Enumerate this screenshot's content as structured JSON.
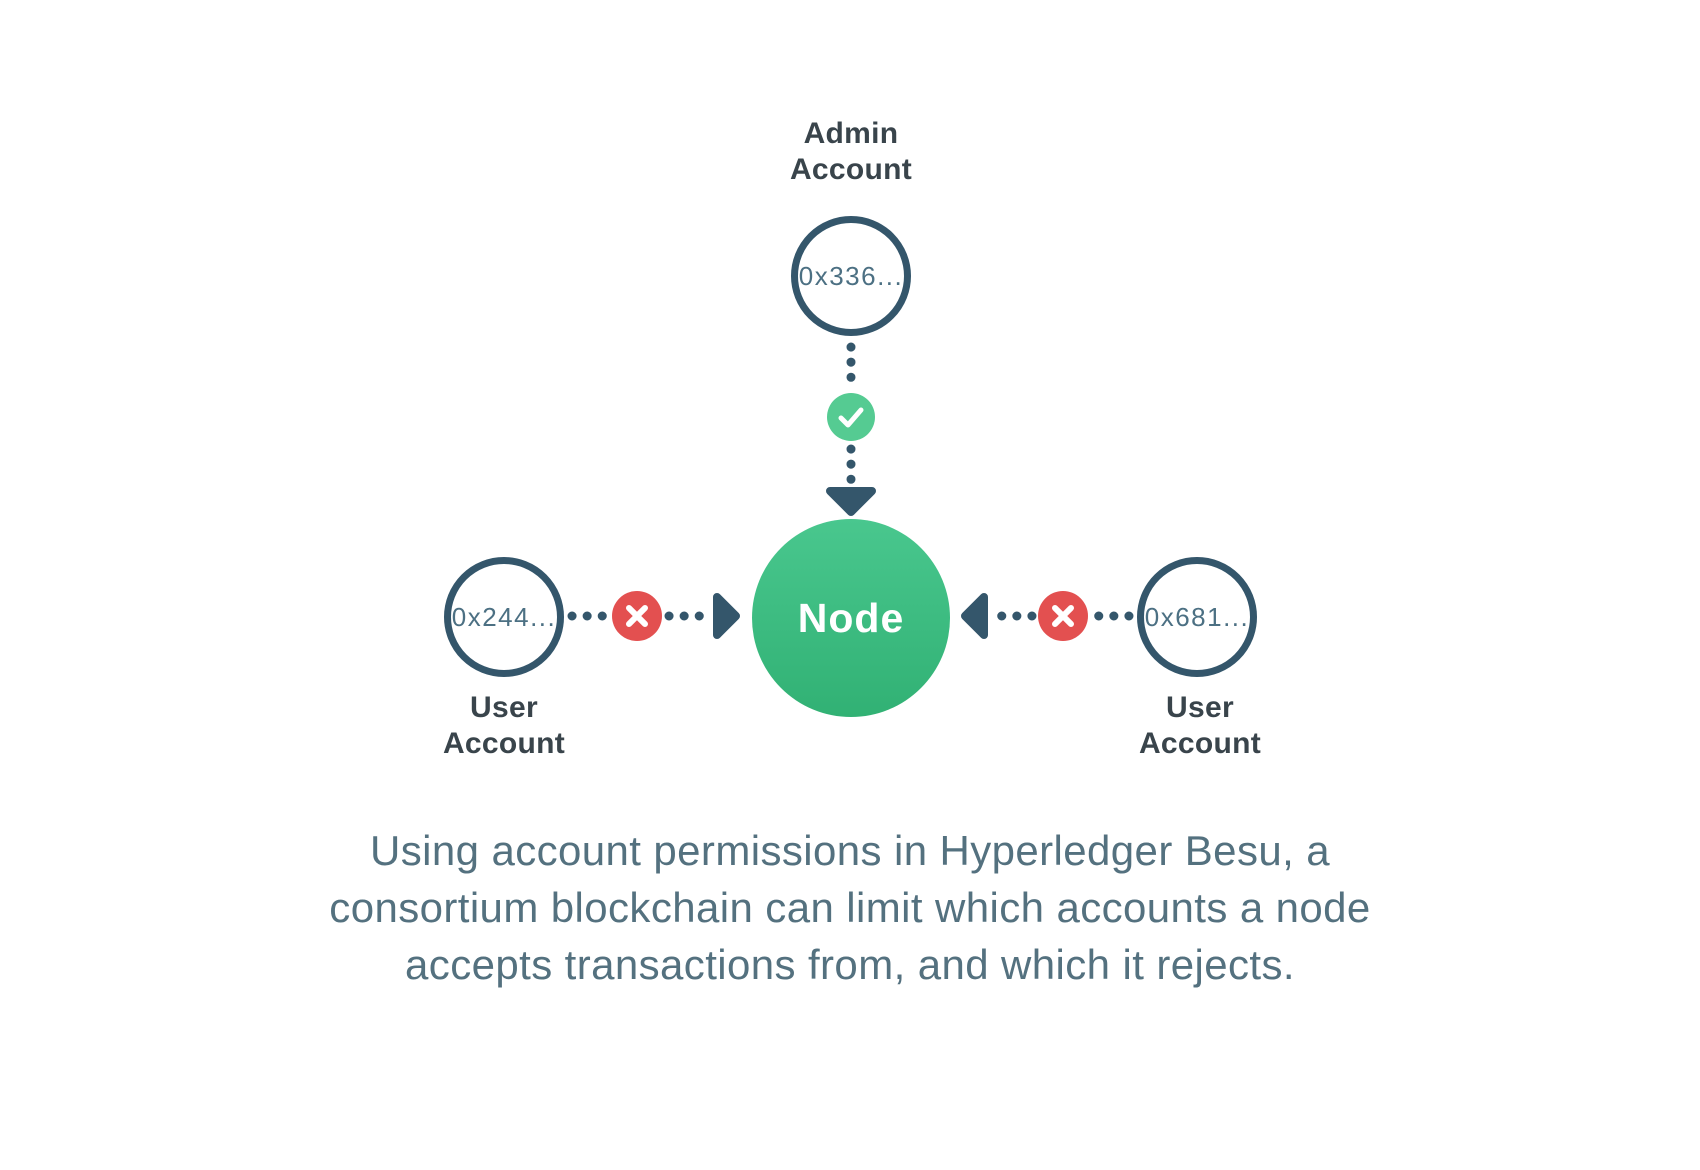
{
  "colors": {
    "slate": "#34566B",
    "label_dark": "#39444B",
    "hash_text": "#4C7083",
    "node_green_top": "#49C78E",
    "node_green_bottom": "#31B174",
    "allow_green": "#55CB92",
    "deny_red": "#E35050",
    "caption_slate": "#54717F",
    "background": "#FFFFFF"
  },
  "diagram": {
    "admin": {
      "label": "Admin\nAccount",
      "address": "0x336..."
    },
    "node": {
      "label": "Node"
    },
    "user_left": {
      "label": "User\nAccount",
      "address": "0x244..."
    },
    "user_right": {
      "label": "User\nAccount",
      "address": "0x681..."
    }
  },
  "caption": {
    "text": "Using account permissions in Hyperledger Besu, a\nconsortium blockchain can limit which accounts a node\naccepts transactions from, and which it rejects."
  }
}
